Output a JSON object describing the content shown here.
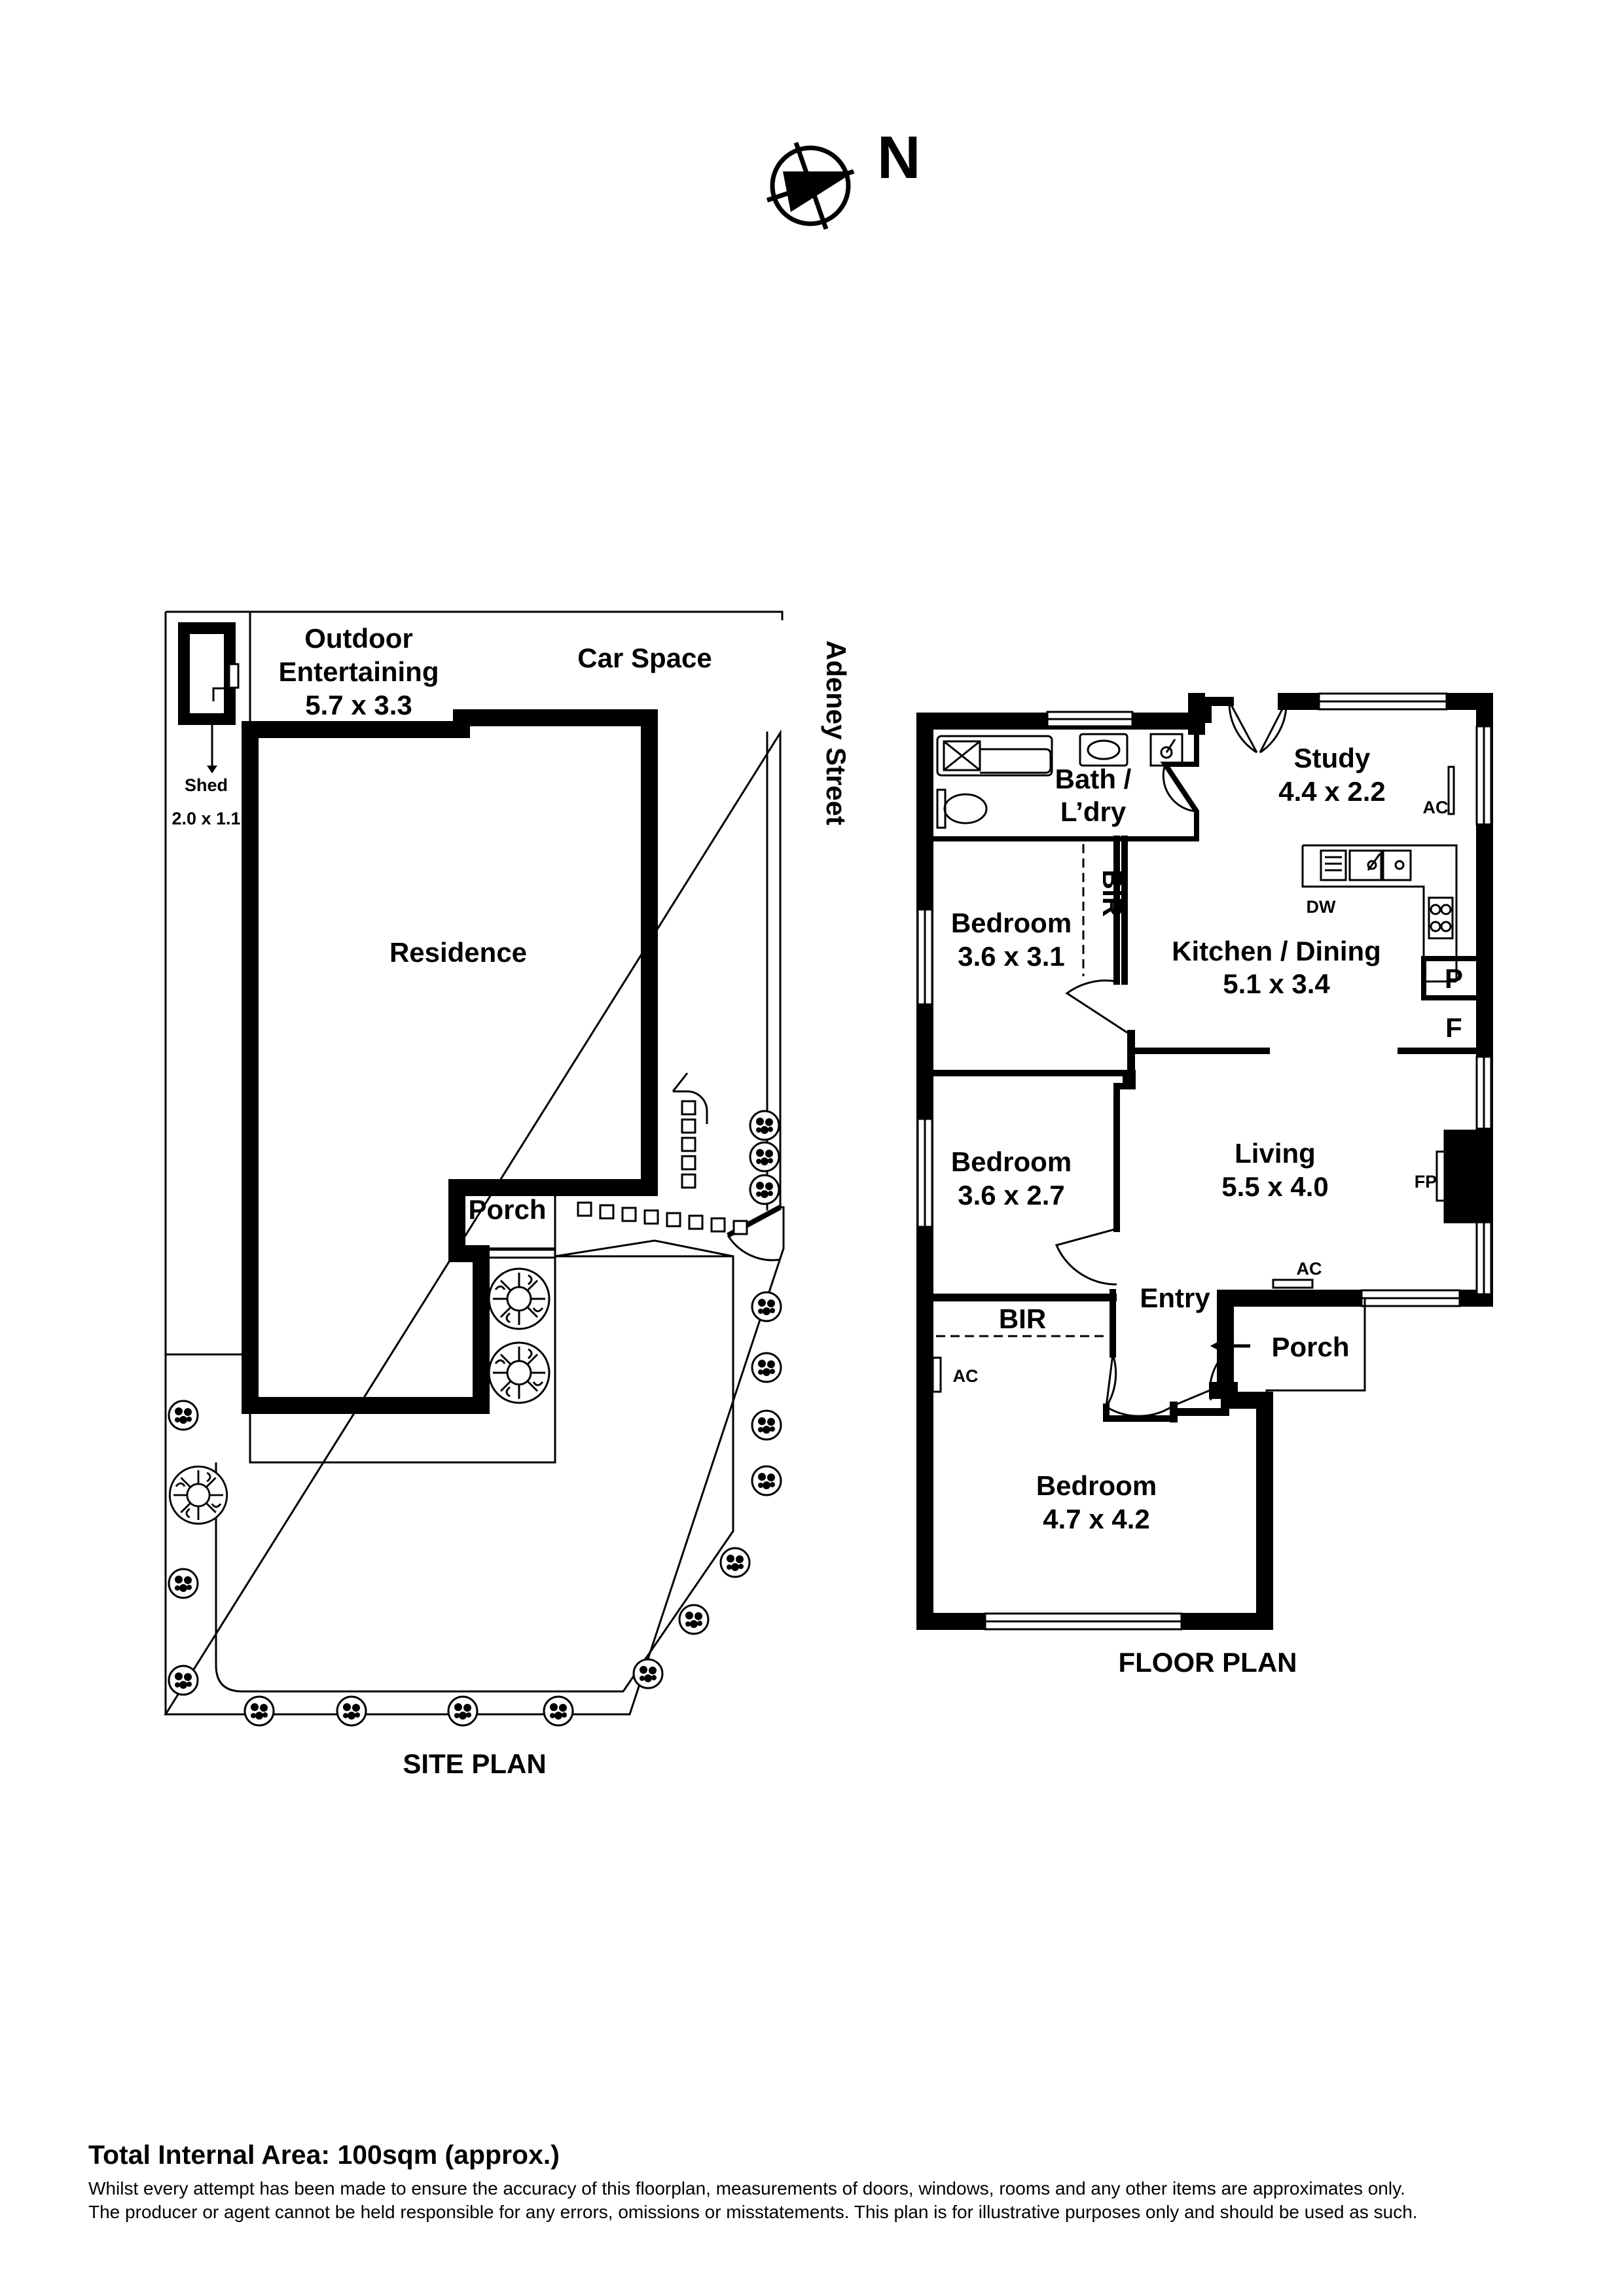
{
  "compass": {
    "label": "N",
    "icon": "north-arrow-icon"
  },
  "site_plan": {
    "caption": "SITE PLAN",
    "street": "Adeney Street",
    "areas": {
      "outdoor_entertaining": {
        "line1": "Outdoor",
        "line2": "Entertaining",
        "dims": "5.7 x 3.3"
      },
      "car_space": "Car Space",
      "residence": "Residence",
      "porch": "Porch",
      "shed": {
        "name": "Shed",
        "dims": "2.0 x 1.1"
      }
    }
  },
  "floor_plan": {
    "caption": "FLOOR PLAN",
    "rooms": {
      "bath": {
        "line1": "Bath /",
        "line2": "L’dry"
      },
      "study": {
        "name": "Study",
        "dims": "4.4 x 2.2"
      },
      "bedroom_1": {
        "name": "Bedroom",
        "dims": "3.6 x 3.1"
      },
      "kitchen_dining": {
        "name": "Kitchen / Dining",
        "dims": "5.1 x 3.4"
      },
      "bedroom_2": {
        "name": "Bedroom",
        "dims": "3.6 x 2.7"
      },
      "living": {
        "name": "Living",
        "dims": "5.5 x 4.0"
      },
      "bedroom_3": {
        "name": "Bedroom",
        "dims": "4.7 x 4.2"
      },
      "entry": "Entry",
      "porch": "Porch"
    },
    "fixtures": {
      "bir_1": "BIR",
      "bir_2": "BIR",
      "ac_study": "AC",
      "ac_living": "AC",
      "ac_bedroom": "AC",
      "dw": "DW",
      "pantry": "P",
      "fridge": "F",
      "fireplace": "FP"
    }
  },
  "footer": {
    "total_area": "Total Internal Area: 100sqm (approx.)",
    "disclaimer_line1": "Whilst every attempt has been made to ensure the accuracy of this floorplan, measurements of doors, windows, rooms and any other items are approximates only.",
    "disclaimer_line2": "The producer or agent cannot be held responsible for any errors, omissions or misstatements. This plan is for illustrative purposes only and should be used as such."
  }
}
